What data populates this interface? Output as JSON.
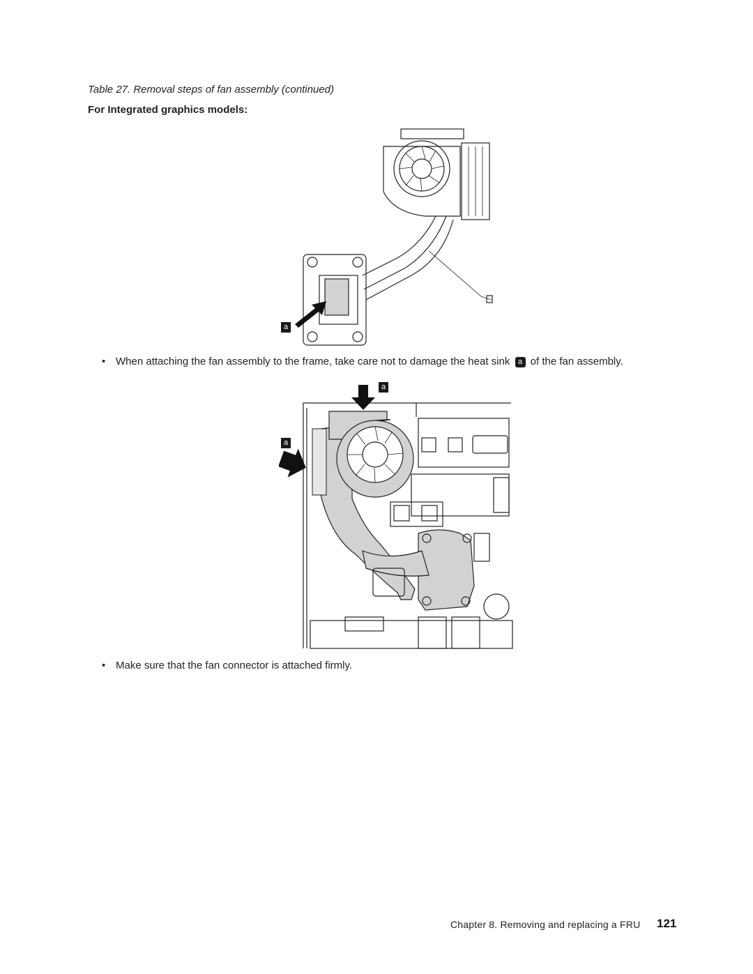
{
  "caption": "Table 27. Removal steps of fan assembly (continued)",
  "subheading": "For Integrated graphics models:",
  "callouts": {
    "a": "a"
  },
  "bullets": {
    "first_before": "When attaching the fan assembly to the frame, take care not to damage the heat sink",
    "first_after": "of the fan assembly.",
    "second": "Make sure that the fan connector is attached firmly.",
    "symbol": "•"
  },
  "footer": {
    "chapter_text": "Chapter 8. Removing and replacing a FRU",
    "page_number": "121"
  }
}
